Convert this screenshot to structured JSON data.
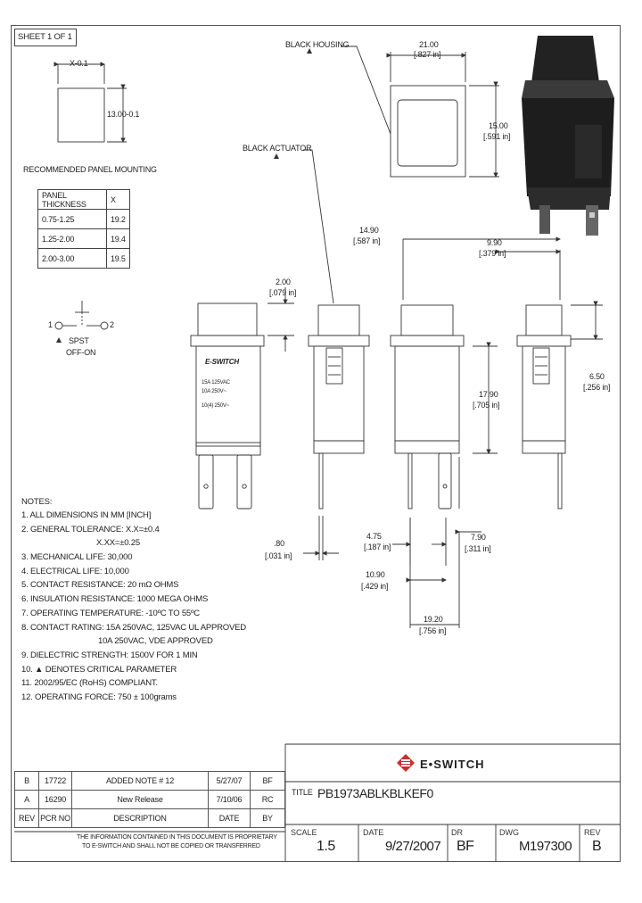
{
  "sheet": {
    "label": "SHEET 1 OF 1"
  },
  "panel_cutout": {
    "width": "X-0.1",
    "height": "13.00-0.1"
  },
  "panel_table": {
    "title": "RECOMMENDED PANEL MOUNTING",
    "headers": [
      "PANEL THICKNESS",
      "X"
    ],
    "rows": [
      [
        "0.75-1.25",
        "19.2"
      ],
      [
        "1.25-2.00",
        "19.4"
      ],
      [
        "2.00-3.00",
        "19.5"
      ]
    ]
  },
  "schematic": {
    "pin1": "1",
    "pin2": "2",
    "type": "SPST",
    "action": "OFF-ON"
  },
  "callouts": {
    "housing": "BLACK HOUSING",
    "actuator": "BLACK ACTUATOR"
  },
  "dimensions": {
    "d21_mm": "21.00",
    "d21_in": "[.827 in]",
    "d15_mm": "15.00",
    "d15_in": "[.591 in]",
    "d2_mm": "2.00",
    "d2_in": "[.079 in]",
    "d1490_mm": "14.90",
    "d1490_in": "[.587 in]",
    "d990_mm": "9.90",
    "d990_in": "[.379 in]",
    "d650_mm": "6.50",
    "d650_in": "[.256 in]",
    "d1790_mm": "17.90",
    "d1790_in": "[.705 in]",
    "d80_mm": ".80",
    "d80_in": "[.031 in]",
    "d475_mm": "4.75",
    "d475_in": "[.187 in]",
    "d790_mm": "7.90",
    "d790_in": "[.311 in]",
    "d1090_mm": "10.90",
    "d1090_in": "[.429 in]",
    "d1920_mm": "19.20",
    "d1920_in": "[.756 in]"
  },
  "body_marking": {
    "brand": "E-SWITCH",
    "line1": "15A 125VAC",
    "line2": "10A 250V~",
    "line3": "10(4) 250V~"
  },
  "notes": {
    "title": "NOTES:",
    "items": [
      "1. ALL DIMENSIONS IN MM [INCH]",
      "2. GENERAL TOLERANCE: X.X=±0.4",
      "X.XX=±0.25",
      "3. MECHANICAL LIFE: 30,000",
      "4. ELECTRICAL LIFE: 10,000",
      "5. CONTACT RESISTANCE: 20 mΩ OHMS",
      "6. INSULATION RESISTANCE: 1000 MEGA OHMS",
      "7. OPERATING TEMPERATURE: -10ºC TO 55ºC",
      "8. CONTACT RATING: 15A 250VAC, 125VAC UL APPROVED",
      "10A 250VAC, VDE APPROVED",
      "9. DIELECTRIC STRENGTH: 1500V FOR 1 MIN",
      "10. ▲ DENOTES CRITICAL PARAMETER",
      "11. 2002/95/EC (RoHS) COMPLIANT.",
      "12. OPERATING FORCE: 750 ± 100grams"
    ]
  },
  "revisions": {
    "headers": [
      "REV",
      "PCR NO",
      "DESCRIPTION",
      "DATE",
      "BY"
    ],
    "rows": [
      [
        "B",
        "17722",
        "ADDED NOTE # 12",
        "5/27/07",
        "BF"
      ],
      [
        "A",
        "16290",
        "New Release",
        "7/10/06",
        "RC"
      ]
    ]
  },
  "disclaimer": {
    "line1": "THE INFORMATION CONTAINED IN THIS DOCUMENT IS PROPRIETARY",
    "line2": "TO E-SWITCH AND SHALL NOT BE COPIED OR TRANSFERRED"
  },
  "title_block": {
    "brand": "E•SWITCH",
    "title_label": "TITLE",
    "title": "PB1973ABLKBLKEF0",
    "scale_label": "SCALE",
    "scale": "1.5",
    "date_label": "DATE",
    "date": "9/27/2007",
    "dr_label": "DR",
    "dr": "BF",
    "dwg_label": "DWG",
    "dwg": "M197300",
    "rev_label": "REV",
    "rev": "B"
  },
  "colors": {
    "brand_red": "#c9302c",
    "line": "#333333",
    "photo_dark": "#1e1e1e"
  }
}
